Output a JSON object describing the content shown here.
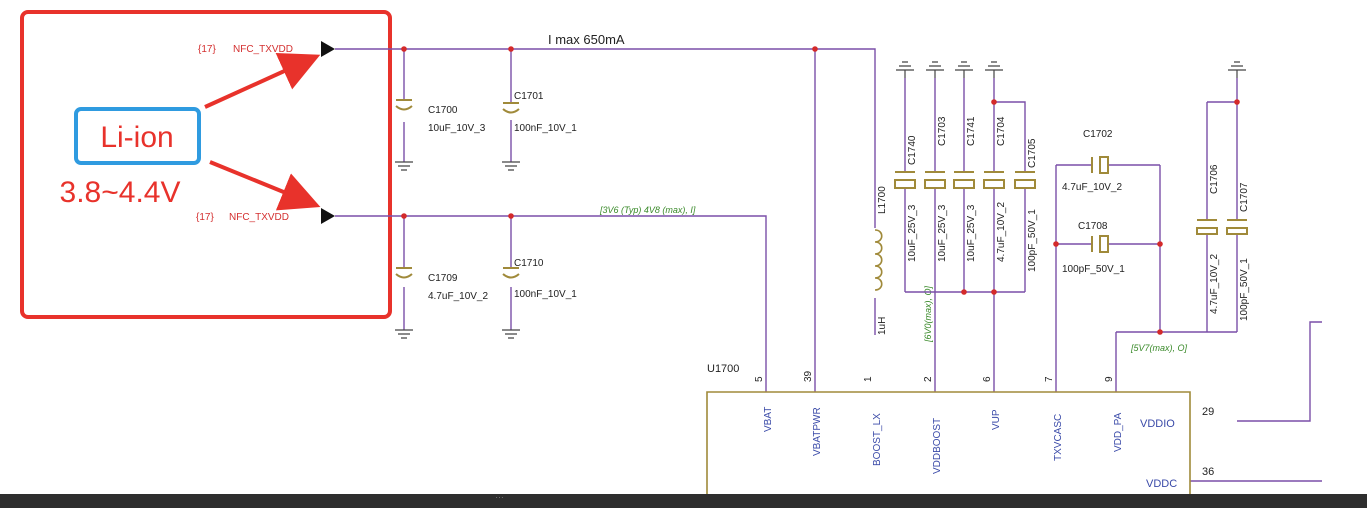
{
  "annotation": {
    "battery_label": "Li-ion",
    "voltage_range": "3.8~4.4V",
    "border_color": "#e8322b",
    "battery_box_color": "#2f9be0"
  },
  "nets": {
    "top_ref": "{17}",
    "top_name": "NFC_TXVDD",
    "bottom_ref": "{17}",
    "bottom_name": "NFC_TXVDD",
    "current_note": "I max 650mA",
    "vbat_note": "[3V6 (Typ) 4V8 (max), I]",
    "vddboost_note": "[6V0(max), O]",
    "vddpa_note": "[5V7(max), O]"
  },
  "components": {
    "c1700_ref": "C1700",
    "c1700_val": "10uF_10V_3",
    "c1701_ref": "C1701",
    "c1701_val": "100nF_10V_1",
    "c1709_ref": "C1709",
    "c1709_val": "4.7uF_10V_2",
    "c1710_ref": "C1710",
    "c1710_val": "100nF_10V_1",
    "l1700_ref": "L1700",
    "l1700_val": "1uH",
    "c1740_ref": "C1740",
    "c1740_val": "10uF_25V_3",
    "c1703_ref": "C1703",
    "c1703_val": "10uF_25V_3",
    "c1741_ref": "C1741",
    "c1741_val": "10uF_25V_3",
    "c1704_ref": "C1704",
    "c1704_val": "4.7uF_10V_2",
    "c1705_ref": "C1705",
    "c1705_val": "100pF_50V_1",
    "c1702_ref": "C1702",
    "c1702_val": "4.7uF_10V_2",
    "c1708_ref": "C1708",
    "c1708_val": "100pF_50V_1",
    "c1706_ref": "C1706",
    "c1706_val": "4.7uF_10V_2",
    "c1707_ref": "C1707",
    "c1707_val": "100pF_50V_1"
  },
  "ic": {
    "ref": "U1700",
    "pins": [
      {
        "num": "5",
        "name": "VBAT"
      },
      {
        "num": "39",
        "name": "VBATPWR"
      },
      {
        "num": "1",
        "name": "BOOST_LX"
      },
      {
        "num": "2",
        "name": "VDDBOOST"
      },
      {
        "num": "6",
        "name": "VUP"
      },
      {
        "num": "7",
        "name": "TXVCASC"
      },
      {
        "num": "9",
        "name": "VDD_PA"
      }
    ],
    "right_pins": [
      {
        "num": "29",
        "name": "VDDIO"
      },
      {
        "num": "36",
        "name": "VDDC"
      }
    ]
  },
  "colors": {
    "wire": "#7a4fa8",
    "component": "#a08a3a",
    "junction": "#d42a2a",
    "net_label": "#d43030",
    "note_green": "#3a8a2a",
    "pin_name": "#3a4aa8"
  },
  "footer_text": "…"
}
